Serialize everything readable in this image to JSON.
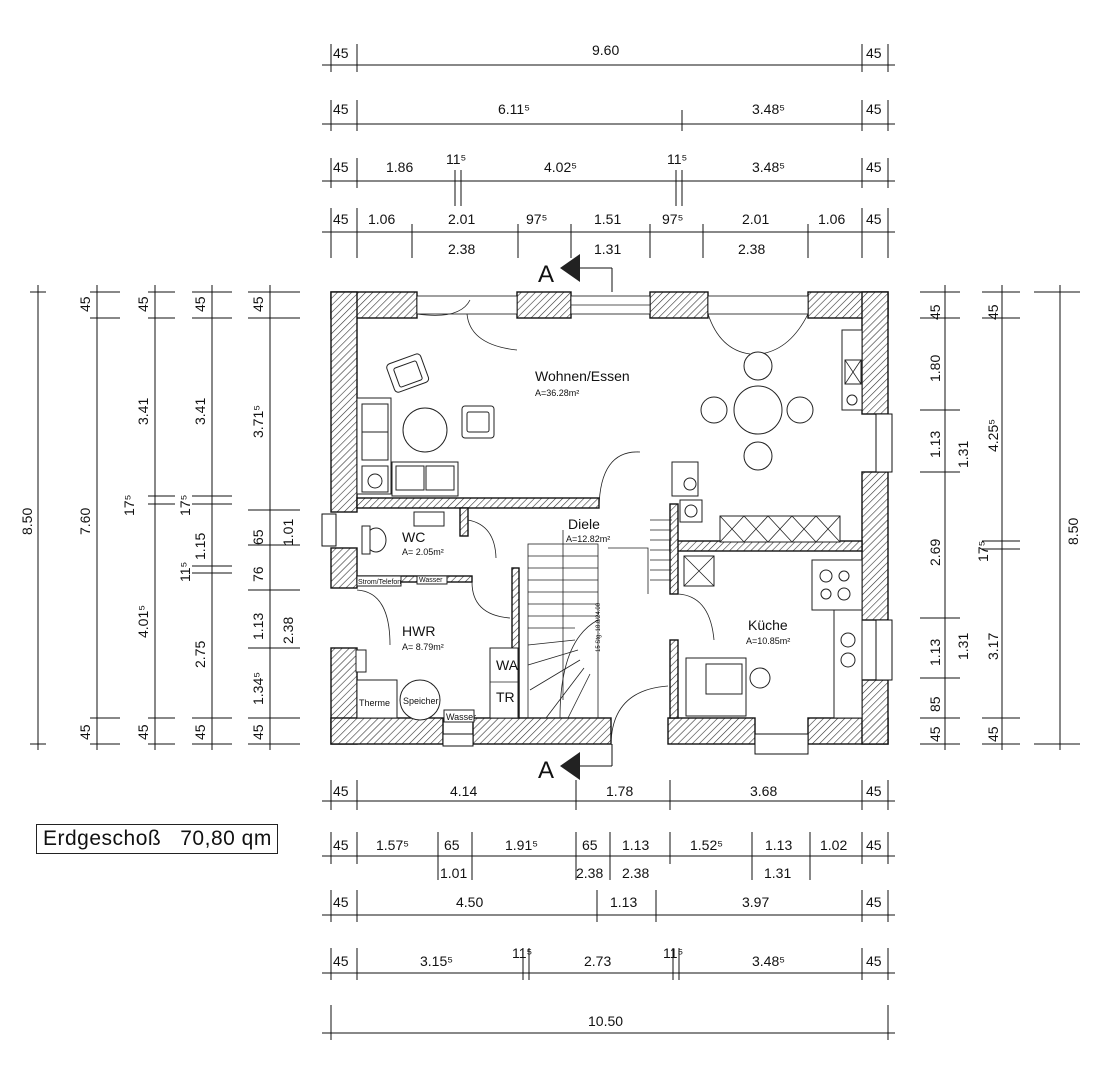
{
  "plan": {
    "title": "Erdgeschoß",
    "area": "70,80 qm"
  },
  "rooms": {
    "wohnen": {
      "name": "Wohnen/Essen",
      "area": "A=36.28m²"
    },
    "diele": {
      "name": "Diele",
      "area": "A=12.82m²"
    },
    "wc": {
      "name": "WC",
      "area": "A= 2.05m²"
    },
    "hwr": {
      "name": "HWR",
      "area": "A= 8.79m²"
    },
    "kueche": {
      "name": "Küche",
      "area": "A=10.85m²"
    }
  },
  "labels": {
    "therme": "Therme",
    "speicher": "Speicher",
    "wasser": "Wasser",
    "strom": "Strom/Telefon",
    "wasser2": "Wasser",
    "wa": "WA",
    "tr": "TR",
    "stair": "15 Stg. 18.8/24.00",
    "section_a": "A"
  },
  "dims_top": {
    "row1": [
      "45",
      "9.60",
      "45"
    ],
    "row2": [
      "45",
      "6.11⁵",
      "3.48⁵",
      "45"
    ],
    "row3": [
      "45",
      "1.86",
      "11⁵",
      "4.02⁵",
      "11⁵",
      "3.48⁵",
      "45"
    ],
    "row4": [
      "45",
      "1.06",
      "2.01",
      "97⁵",
      "1.51",
      "97⁵",
      "2.01",
      "1.06",
      "45"
    ],
    "row4b": [
      "2.38",
      "1.31",
      "2.38"
    ]
  },
  "dims_bottom": {
    "row1": [
      "45",
      "4.14",
      "1.78",
      "3.68",
      "45"
    ],
    "row2": [
      "45",
      "1.57⁵",
      "65",
      "1.91⁵",
      "65",
      "1.13",
      "1.52⁵",
      "1.13",
      "1.02",
      "45"
    ],
    "row2b": [
      "1.01",
      "2.38",
      "2.38",
      "1.31"
    ],
    "row3": [
      "45",
      "4.50",
      "1.13",
      "3.97",
      "45"
    ],
    "row4": [
      "45",
      "3.15⁵",
      "11⁵",
      "2.73",
      "11⁵",
      "3.48⁵",
      "45"
    ],
    "row5": [
      "10.50"
    ]
  },
  "dims_left": {
    "total": "8.50",
    "col1": [
      "45",
      "7.60",
      "45"
    ],
    "col2": [
      "45",
      "3.41",
      "17⁵",
      "4.01⁵",
      "45"
    ],
    "col3": [
      "45",
      "3.41",
      "17⁵",
      "1.15",
      "11⁵",
      "2.75",
      "45"
    ],
    "col4": [
      "45",
      "3.71⁵",
      "65",
      "76",
      "1.13",
      "1.34⁵",
      "45"
    ],
    "col5": [
      "1.01",
      "2.38"
    ]
  },
  "dims_right": {
    "col1": [
      "45",
      "1.80",
      "1.13",
      "2.69",
      "1.13",
      "85",
      "45"
    ],
    "col2": [
      "45",
      "1.31",
      "17⁵",
      "1.31",
      "45"
    ],
    "col3": [
      "4.25⁵",
      "3.17"
    ],
    "total": "8.50"
  }
}
